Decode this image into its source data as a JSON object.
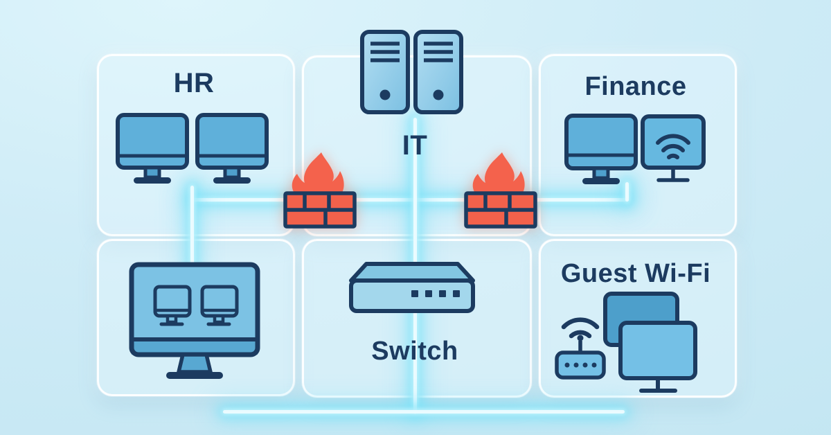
{
  "diagram": {
    "type": "network-segmentation-illustration",
    "labels": {
      "hr": "HR",
      "it": "IT",
      "finance": "Finance",
      "switch": "Switch",
      "guest": "Guest Wi-Fi"
    },
    "zones": [
      {
        "id": "hr",
        "label": "HR",
        "icons": [
          "desktop-monitor",
          "desktop-monitor"
        ]
      },
      {
        "id": "it",
        "label": "IT",
        "icons": [
          "server-tower",
          "server-tower"
        ]
      },
      {
        "id": "finance",
        "label": "Finance",
        "icons": [
          "desktop-monitor",
          "wifi-display"
        ]
      },
      {
        "id": "workstation",
        "label": "",
        "icons": [
          "workstation-monitor-with-two-screens"
        ]
      },
      {
        "id": "switch",
        "label": "Switch",
        "icons": [
          "network-switch"
        ]
      },
      {
        "id": "guest",
        "label": "Guest Wi-Fi",
        "icons": [
          "wifi-router",
          "overlapping-screens"
        ]
      }
    ],
    "devices": [
      {
        "name": "firewall",
        "count": 2,
        "style": "brick-wall-with-flame"
      }
    ],
    "connections": [
      {
        "path": "horizontal-bus",
        "links": [
          "hr",
          "firewall-left",
          "it-backbone",
          "firewall-right",
          "finance"
        ]
      },
      {
        "path": "vertical-backbone",
        "links": [
          "it-servers",
          "horizontal-bus",
          "switch",
          "bottom-bus"
        ]
      },
      {
        "path": "hr-drop",
        "links": [
          "hr",
          "workstation"
        ]
      }
    ],
    "colors": {
      "background": "#cdebf6",
      "panel_border": "#ffffff",
      "outline_navy": "#1c3b60",
      "icon_blue": "#6fbce0",
      "icon_blue_dark": "#4d9fcb",
      "firewall_red": "#f4624c",
      "glow_cyan": "#7ee3f7"
    }
  }
}
